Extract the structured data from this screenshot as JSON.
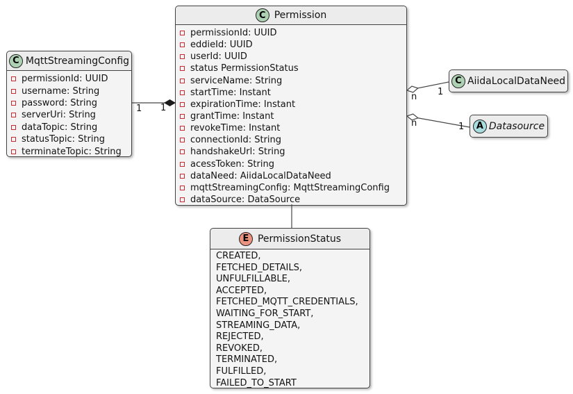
{
  "diagram": {
    "classes": {
      "permission": {
        "stereotype": "C",
        "kind": "class",
        "name": "Permission",
        "attributes": [
          "permissionId: UUID",
          "eddieId: UUID",
          "userId: UUID",
          "status PermissionStatus",
          "serviceName: String",
          "startTime: Instant",
          "expirationTime: Instant",
          "grantTime: Instant",
          "revokeTime: Instant",
          "connectionId: String",
          "handshakeUrl: String",
          "acessToken: String",
          "dataNeed: AiidaLocalDataNeed",
          "mqttStreamingConfig: MqttStreamingConfig",
          "dataSource: DataSource"
        ]
      },
      "mqtt_streaming_config": {
        "stereotype": "C",
        "kind": "class",
        "name": "MqttStreamingConfig",
        "attributes": [
          "permissionId: UUID",
          "username: String",
          "password: String",
          "serverUri: String",
          "dataTopic: String",
          "statusTopic: String",
          "terminateTopic: String"
        ]
      },
      "aiida_local_data_need": {
        "stereotype": "C",
        "kind": "class",
        "name": "AiidaLocalDataNeed"
      },
      "datasource": {
        "stereotype": "A",
        "kind": "abstract",
        "name": "Datasource"
      },
      "permission_status": {
        "stereotype": "E",
        "kind": "enum",
        "name": "PermissionStatus",
        "values": [
          "CREATED,",
          "FETCHED_DETAILS,",
          "UNFULFILLABLE,",
          "ACCEPTED,",
          "FETCHED_MQTT_CREDENTIALS,",
          "WAITING_FOR_START,",
          "STREAMING_DATA,",
          "REJECTED,",
          "REVOKED,",
          "TERMINATED,",
          "FULFILLED,",
          "FAILED_TO_START"
        ]
      }
    },
    "edges": {
      "mqtt_to_permission": {
        "type": "composition",
        "source_label": "1",
        "target_label": "1"
      },
      "permission_to_aiidalocaldataneed": {
        "type": "aggregation",
        "source_label": "n",
        "target_label": "1"
      },
      "permission_to_datasource": {
        "type": "aggregation",
        "source_label": "n",
        "target_label": "1"
      },
      "permission_to_permissionstatus": {
        "type": "association"
      }
    },
    "colors": {
      "class_circle": "#ADD1B2",
      "abstract_circle": "#A9DCDF",
      "enum_circle": "#EB937F",
      "box_fill": "#F4F4F4",
      "title_fill": "#ECECEC",
      "border": "#424242",
      "field_marker": "#C82930"
    }
  }
}
